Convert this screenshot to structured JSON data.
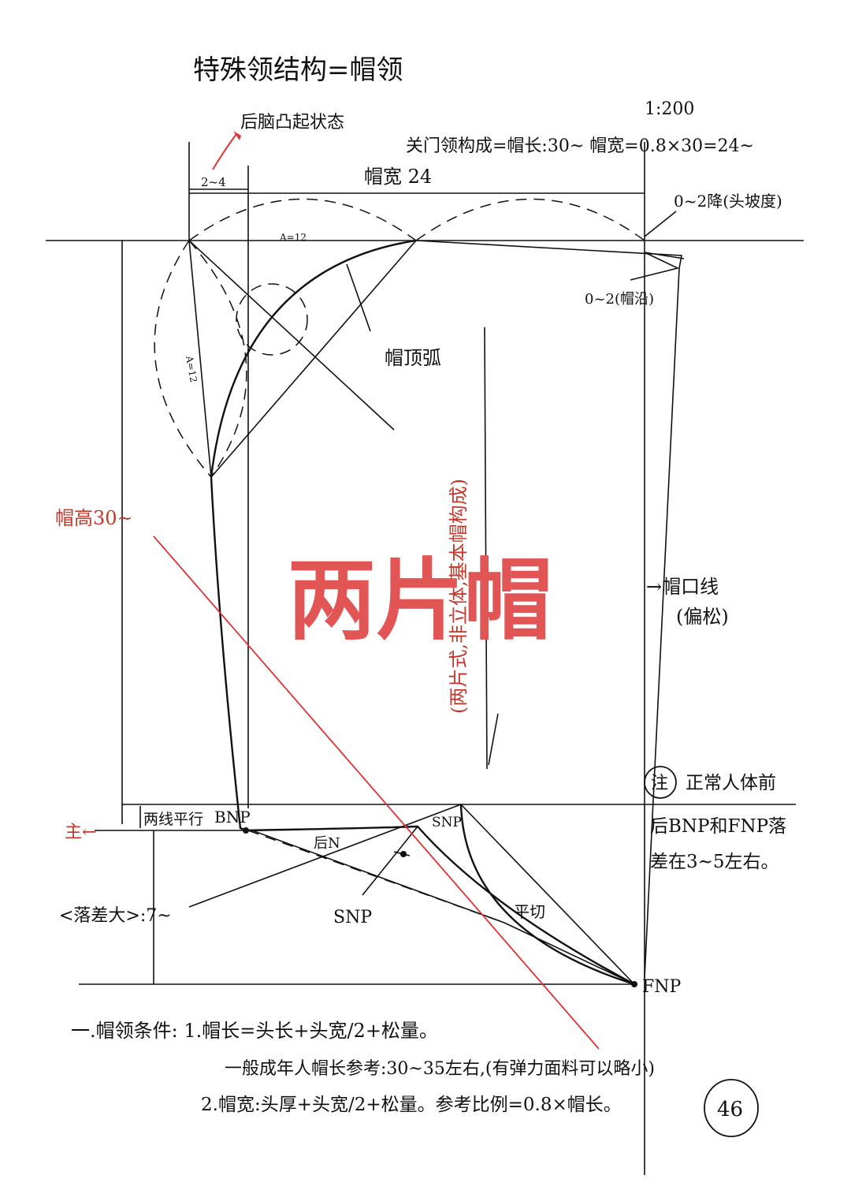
{
  "title": "特殊领结构=帽领",
  "scale": "1:200",
  "closed_collar_note": "关门领构成=帽长:30~  帽宽=0.8×30=24~",
  "back_neck_state": "后脑凸起状态",
  "dim_2_4": "2~4",
  "hood_width_label": "帽宽 24",
  "drop_note": "0~2降(头坡度)",
  "drop_note2": "0~2(帽沿)",
  "a12_top": "A=12",
  "a12_left": "A=12",
  "hood_top_arc": "帽顶弧",
  "hood_height": "帽高30~",
  "vertical_note": "(两片式,非立体,基本帽构成)",
  "watermark": "两片帽",
  "hood_opening": "→帽口线",
  "hood_opening_sub": "(偏松)",
  "parallel_lines": "两线平行",
  "bnp": "BNP",
  "arrow_left": "主←",
  "back_n": "后N",
  "snp_right": "SNP",
  "snp_left": "SNP",
  "flat_cut": "平切",
  "fnp": "FNP",
  "drop_large": "<落差大>:7~",
  "note_circle": "注",
  "note_line1": "正常人体前",
  "note_line2": "后BNP和FNP落",
  "note_line3": "差在3~5左右。",
  "conditions_line1": "一.帽领条件: 1.帽长=头长+头宽/2+松量。",
  "conditions_line2": "一般成年人帽长参考:30~35左右,(有弹力面料可以略小)",
  "conditions_line3": "2.帽宽:头厚+头宽/2+松量。参考比例=0.8×帽长。",
  "page_number": "46"
}
